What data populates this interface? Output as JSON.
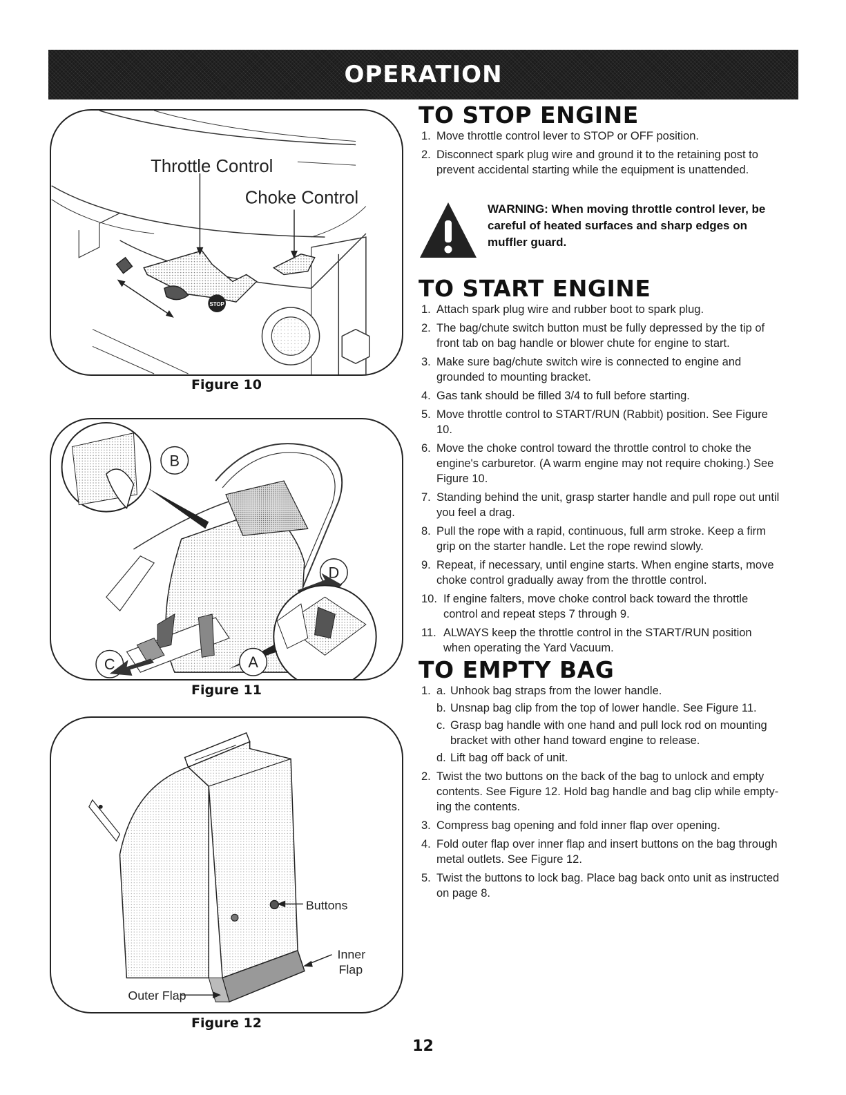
{
  "header": {
    "title": "OPERATION"
  },
  "figures": [
    {
      "caption": "Figure 10",
      "labels": {
        "throttle": "Throttle Control",
        "choke": "Choke Control",
        "stop_badge": "STOP"
      }
    },
    {
      "caption": "Figure 11",
      "labels": {
        "a": "A",
        "b": "B",
        "c": "C",
        "d": "D"
      }
    },
    {
      "caption": "Figure 12",
      "labels": {
        "buttons": "Buttons",
        "inner_1": "Inner",
        "inner_2": "Flap",
        "outer": "Outer Flap"
      }
    }
  ],
  "stop_engine": {
    "title": "TO STOP ENGINE",
    "steps": [
      {
        "num": "1.",
        "text": "Move throttle control lever to STOP or OFF position."
      },
      {
        "num": "2.",
        "text": "Disconnect spark plug wire and ground it to the retaining post to prevent accidental starting while the equipment is unattended."
      }
    ],
    "warning": "WARNING: When moving throttle control lever, be careful of heated surfaces and sharp edges on muffler guard."
  },
  "start_engine": {
    "title": "TO START ENGINE",
    "steps": [
      {
        "num": "1.",
        "text": "Attach spark plug wire and rubber boot to spark plug."
      },
      {
        "num": "2.",
        "text": "The bag/chute switch button must be fully depressed by the tip of front tab on bag handle or blower chute for engine to start."
      },
      {
        "num": "3.",
        "text": "Make sure bag/chute switch wire is connected to engine and grounded to mounting bracket."
      },
      {
        "num": "4.",
        "text": "Gas tank should be filled 3/4 to full before starting."
      },
      {
        "num": "5.",
        "text": "Move throttle control to START/RUN (Rabbit) position. See Figure 10."
      },
      {
        "num": "6.",
        "text": "Move the choke control toward the throttle control to choke the engine's carburetor. (A warm engine may not require choking.) See Figure 10."
      },
      {
        "num": "7.",
        "text": "Standing behind the unit, grasp starter handle and pull rope out until you feel a drag."
      },
      {
        "num": "8.",
        "text": "Pull the rope with a rapid, continuous, full arm stroke. Keep a firm grip on the starter handle. Let the rope rewind slowly."
      },
      {
        "num": "9.",
        "text": "Repeat, if necessary, until engine starts. When engine starts, move choke control gradually away from the throttle control."
      },
      {
        "num": "10.",
        "text": "If engine falters, move choke control back toward the throttle control and repeat steps 7 through 9."
      },
      {
        "num": "11.",
        "text": "ALWAYS keep the throttle control in the START/RUN position when operating the Yard Vacuum."
      }
    ]
  },
  "empty_bag": {
    "title": "TO EMPTY BAG",
    "step1_num": "1.",
    "step1_sub": [
      {
        "letter": "a.",
        "text": "Unhook bag straps from the lower handle."
      },
      {
        "letter": "b.",
        "text": "Unsnap bag clip from the top of lower handle. See Figure 11."
      },
      {
        "letter": "c.",
        "text": "Grasp bag handle with one hand and pull lock rod on mounting bracket with other hand toward engine to release."
      },
      {
        "letter": "d.",
        "text": "Lift bag off back of unit."
      }
    ],
    "steps": [
      {
        "num": "2.",
        "text": "Twist the two buttons on the back of the bag to unlock and empty contents. See Figure 12. Hold bag handle and bag clip while empty-ing the contents."
      },
      {
        "num": "3.",
        "text": "Compress bag opening and fold inner flap over opening."
      },
      {
        "num": "4.",
        "text": "Fold outer flap over inner flap and insert buttons on the bag through metal outlets. See Figure 12."
      },
      {
        "num": "5.",
        "text": "Twist the buttons to lock bag. Place bag back onto unit as instructed on page 8."
      }
    ]
  },
  "page_number": "12"
}
